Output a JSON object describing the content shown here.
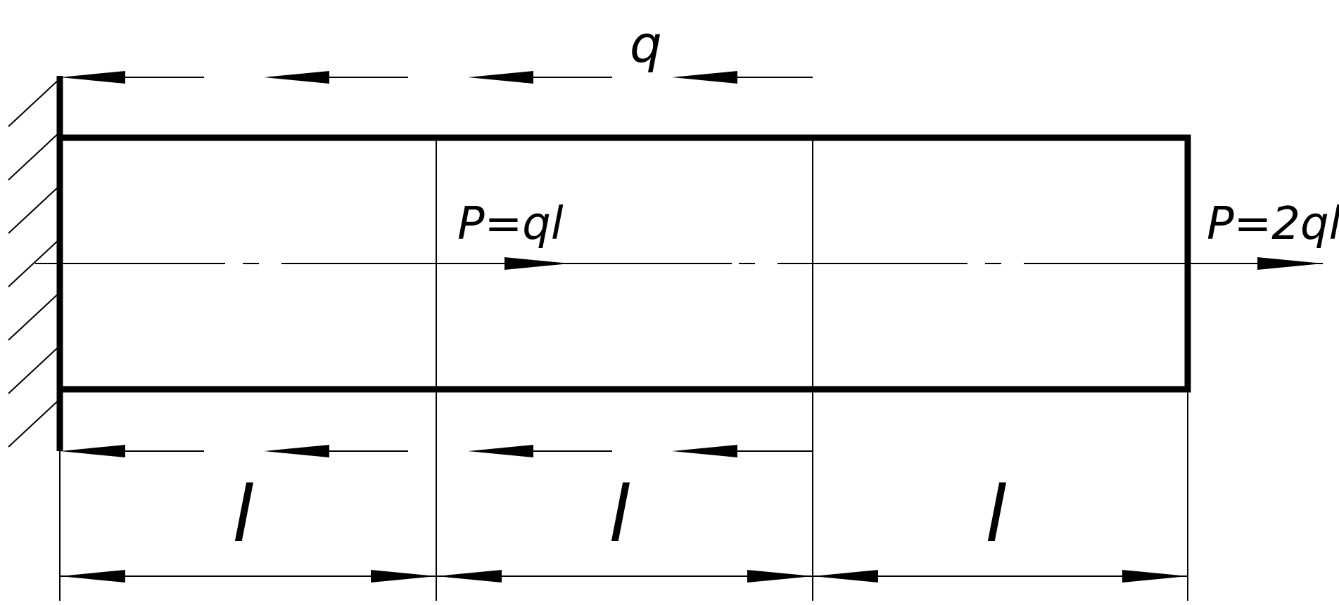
{
  "labels": {
    "q": "q",
    "p1": "P=ql",
    "p2": "P=2ql",
    "len1": "l",
    "len2": "l",
    "len3": "l"
  },
  "colors": {
    "ink": "#000000",
    "background": "#ffffff"
  },
  "icons": {
    "wall_support": "hatched-wall-icon",
    "load_arrow": "arrow-left-icon",
    "force_arrow": "arrow-right-icon",
    "dimension_arrow": "double-arrow-icon"
  }
}
